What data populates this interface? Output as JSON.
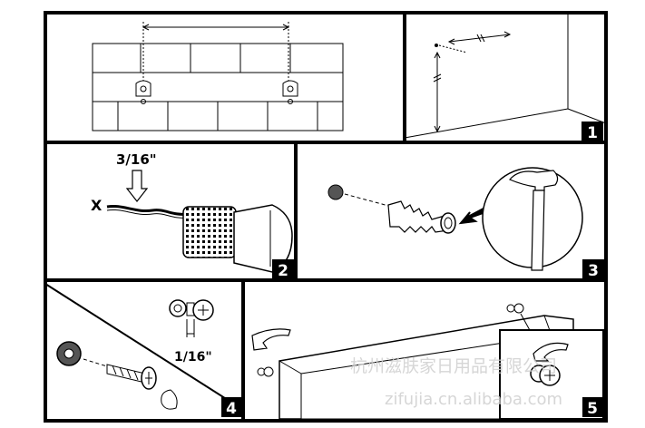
{
  "panels": [
    {
      "id": "panel-1",
      "number": "1"
    },
    {
      "id": "panel-2",
      "number": "2",
      "drill_size": "3/16\"",
      "mark": "X"
    },
    {
      "id": "panel-3",
      "number": "3"
    },
    {
      "id": "panel-4",
      "number": "4",
      "gap": "1/16\""
    },
    {
      "id": "panel-5",
      "number": "5"
    }
  ],
  "watermark": {
    "cn": "杭州滋肤家日用品有限公司",
    "url": "zifujia.cn.alibaba.com"
  },
  "colors": {
    "line": "#000000",
    "background": "#ffffff",
    "badge": "#000000",
    "badge_text": "#ffffff",
    "watermark": "#cfcfcf"
  }
}
